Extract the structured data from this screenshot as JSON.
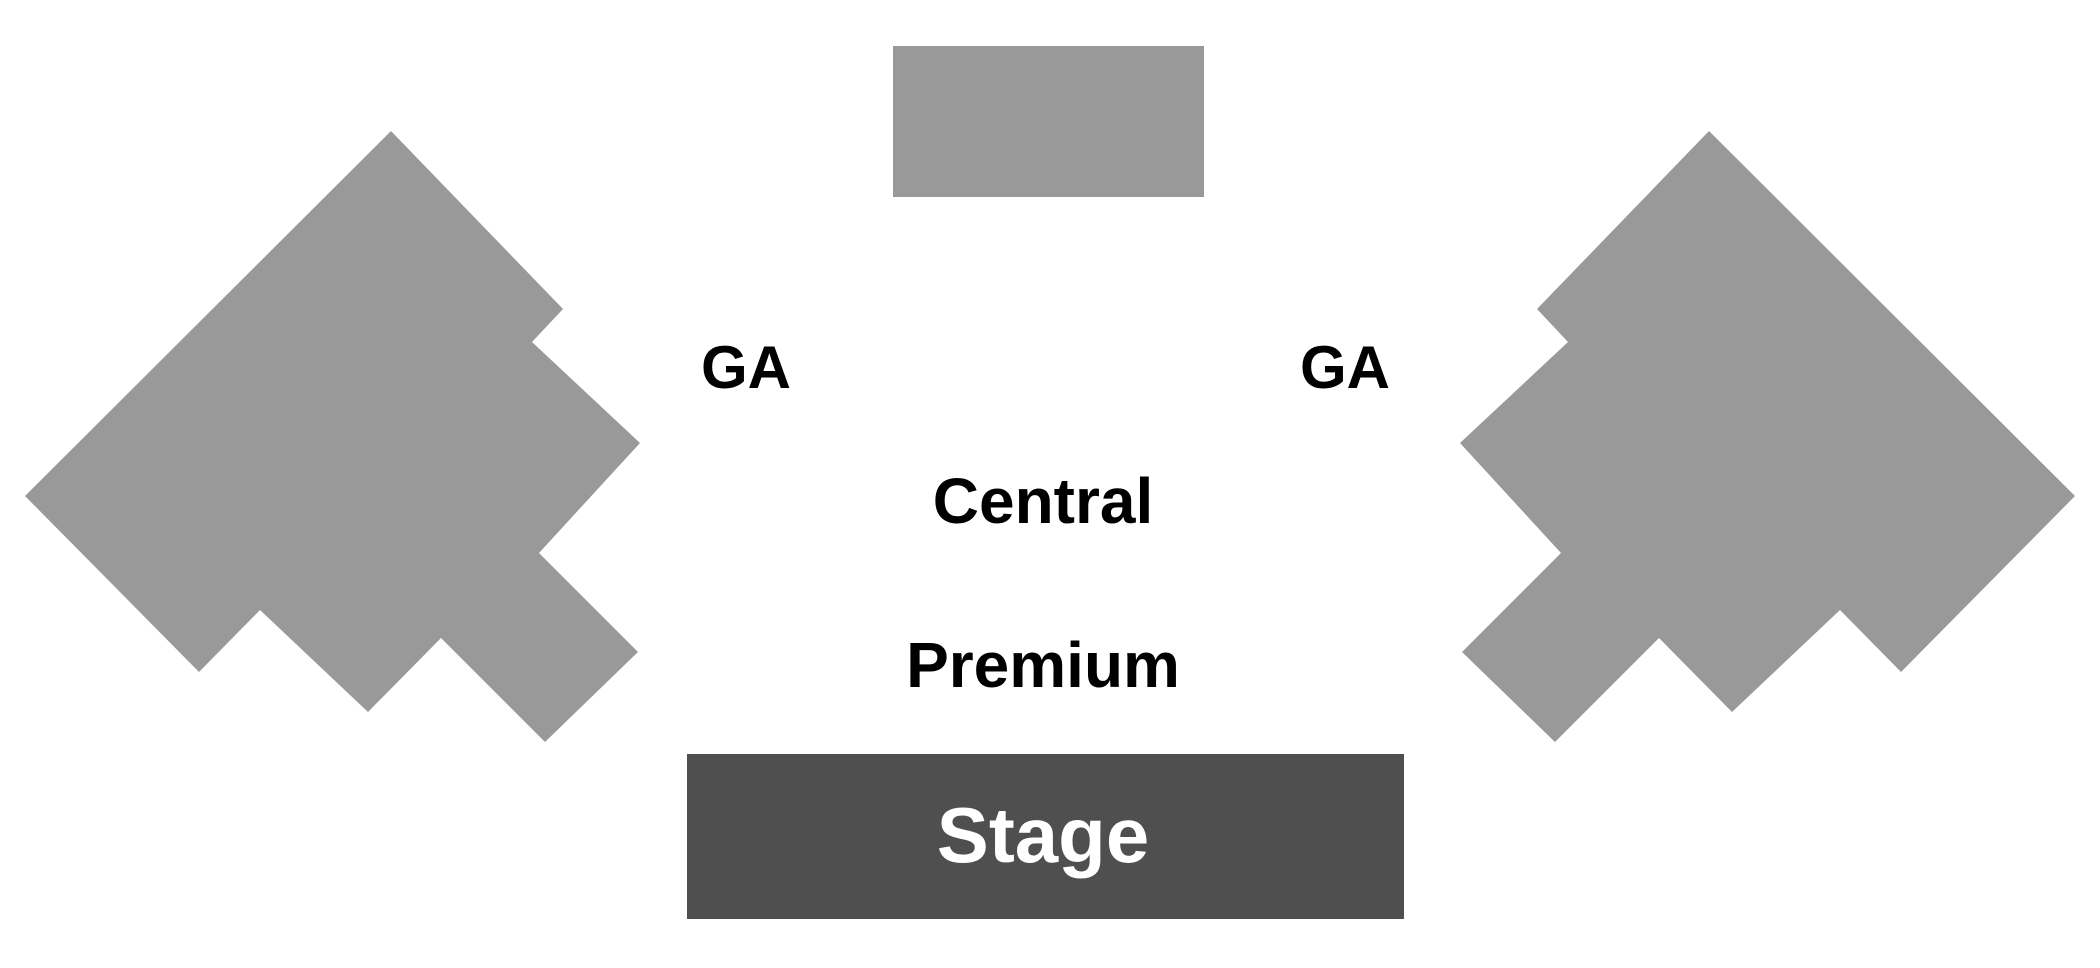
{
  "map": {
    "colors": {
      "section": "#999999",
      "stage": "#4f4f4f",
      "label": "#000000",
      "stage_label": "#ffffff",
      "background": "#ffffff"
    },
    "labels": {
      "ga_left": "GA",
      "ga_right": "GA",
      "central": "Central",
      "premium": "Premium",
      "stage": "Stage"
    }
  }
}
